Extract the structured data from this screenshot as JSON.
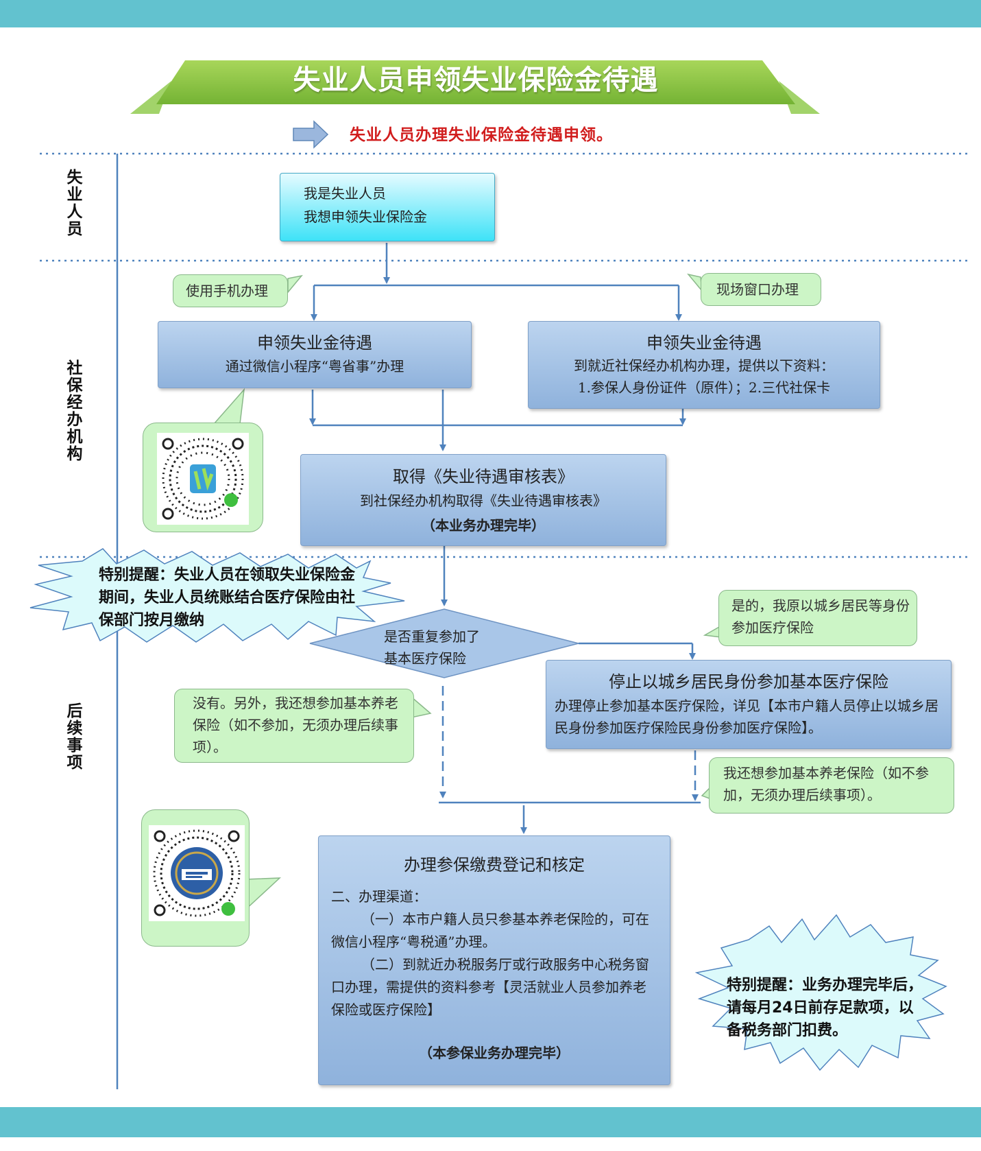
{
  "title": "失业人员申领失业保险金待遇",
  "subtitle": "失业人员办理失业保险金待遇申领。",
  "lanes": {
    "applicant": "失业人员",
    "agency": "社保经办机构",
    "followup": "后续事项"
  },
  "start_box": {
    "line1": "我是失业人员",
    "line2": "我想申领失业保险金"
  },
  "notes": {
    "mobile": "使用手机办理",
    "window": "现场窗口办理",
    "yes": "是的，我原以城乡居民等身份参加医疗保险",
    "no": "没有。另外，我还想参加基本养老保险（如不参加，无须办理后续事项）。",
    "pension": "我还想参加基本养老保险（如不参加，无须办理后续事项）。"
  },
  "box_mobile": {
    "title": "申领失业金待遇",
    "sub": "通过微信小程序“粤省事”办理"
  },
  "box_window": {
    "title": "申领失业金待遇",
    "sub1": "到就近社保经办机构办理，提供以下资料：",
    "sub2": "1.参保人身份证件（原件）；2.三代社保卡"
  },
  "box_review": {
    "title": "取得《失业待遇审核表》",
    "sub": "到社保经办机构取得《失业待遇审核表》",
    "done": "（本业务办理完毕）"
  },
  "decision": {
    "line1": "是否重复参加了",
    "line2": "基本医疗保险"
  },
  "box_stop": {
    "title": "停止以城乡居民身份参加基本医疗保险",
    "sub": "办理停止参加基本医疗保险，详见【本市户籍人员停止以城乡居民身份参加医疗保险民身份参加医疗保险】。"
  },
  "box_final": {
    "title": "办理参保缴费登记和核定",
    "channel": "二、办理渠道：",
    "item1": "（一）本市户籍人员只参基本养老保险的，可在微信小程序“粤税通”办理。",
    "item2": "（二）到就近办税服务厅或行政服务中心税务窗口办理，需提供的资料参考【灵活就业人员参加养老保险或医疗保险】",
    "done": "（本参保业务办理完毕）"
  },
  "reminder1": "特别提醒：失业人员在领取失业保险金期间，失业人员统账结合医疗保险由社保部门按月缴纳",
  "reminder2": "特别提醒：业务办理完毕后，请每月24日前存足款项，以备税务部门扣费。",
  "qr": {
    "top_app": "粤省事",
    "bottom_app": "粤税通"
  },
  "colors": {
    "bar": "#62c2cf",
    "banner": "#8cc63f",
    "box": "#a5c3e6",
    "note": "#ccf5c6",
    "star": "#dcfafb",
    "subtitle": "#d11d1d"
  }
}
